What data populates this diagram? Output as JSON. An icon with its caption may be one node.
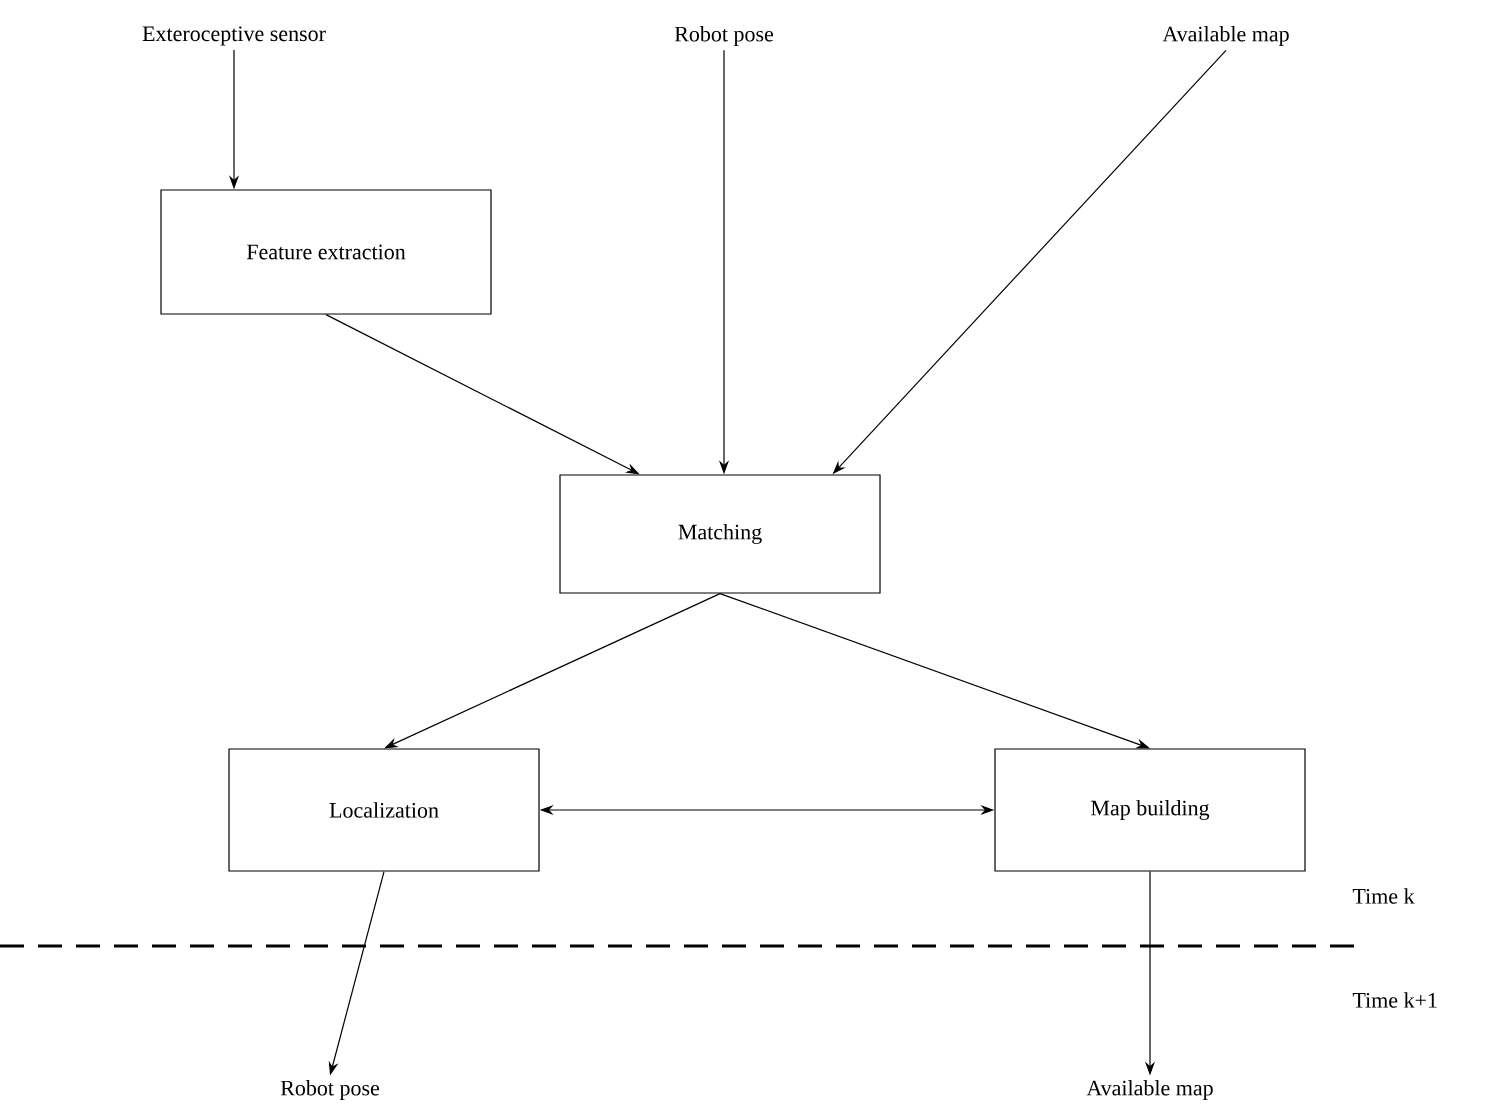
{
  "diagram": {
    "nodes": [
      {
        "text": [
          "Exteroceptive sensor"
        ]
      },
      {
        "text": [
          "Robot pose"
        ]
      },
      {
        "text": [
          "Available map"
        ]
      },
      {
        "text": [
          "Feature extraction"
        ]
      },
      {
        "text": [
          "Matching"
        ]
      },
      {
        "text": [
          "Localization"
        ]
      },
      {
        "text": [
          "Map building"
        ]
      },
      {
        "text": [
          "Robot pose"
        ]
      },
      {
        "text": [
          "Available map"
        ]
      }
    ],
    "edges": [
      {
        "from": 0,
        "to": 3,
        "arrow": "to"
      },
      {
        "from": 3,
        "to": 4,
        "arrow": "to"
      },
      {
        "from": 1,
        "to": 4,
        "arrow": "to"
      },
      {
        "from": 2,
        "to": 4,
        "arrow": "to"
      },
      {
        "from": 4,
        "to": 5,
        "arrow": "to"
      },
      {
        "from": 4,
        "to": 6,
        "arrow": "to"
      },
      {
        "from": 5,
        "to": 6,
        "arrow": "both"
      },
      {
        "from": 5,
        "to": 7,
        "arrow": "to"
      },
      {
        "from": 6,
        "to": 8,
        "arrow": "to"
      }
    ],
    "labels": [
      "Time k",
      "Time k+1"
    ]
  }
}
